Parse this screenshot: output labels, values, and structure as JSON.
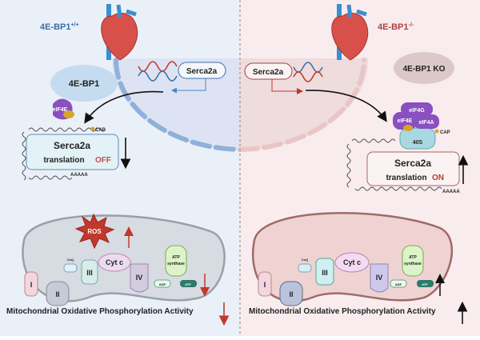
{
  "left": {
    "genotype": "4E-BP1",
    "genotype_sup": "+/+",
    "gene_label": "Serca2a",
    "repressor": "4E-BP1",
    "eif4e": "eIF4E",
    "cap": "CAP",
    "mrna_line1": "Serca2a",
    "mrna_line2": "translation",
    "mrna_state": "OFF",
    "polya": "AAAAA",
    "mito": {
      "complexes": [
        "I",
        "II",
        "III",
        "IV"
      ],
      "coq": "CoQ",
      "cytc": "Cyt c",
      "atp_synthase_1": "ATP",
      "atp_synthase_2": "synthase",
      "adp": "ADP",
      "atp": "ATP",
      "ros": "ROS"
    },
    "caption": "Mitochondrial Oxidative Phosphorylation  Activity",
    "trend": "down"
  },
  "right": {
    "genotype": "4E-BP1",
    "genotype_sup": "-/-",
    "gene_label": "Serca2a",
    "ko": "4E-BP1 KO",
    "eif4g": "eIF4G",
    "eif4e": "eIF4E",
    "eif4a": "eIF4A",
    "ribosome": "40S",
    "cap": "CAP",
    "mrna_line1": "Serca2a",
    "mrna_line2": "translation",
    "mrna_state": "ON",
    "polya": "AAAAA",
    "mito": {
      "complexes": [
        "I",
        "II",
        "III",
        "IV"
      ],
      "coq": "CoQ",
      "cytc": "Cyt c",
      "atp_synthase_1": "ATP",
      "atp_synthase_2": "synthase",
      "adp": "ADP",
      "atp": "ATP"
    },
    "caption": "Mitochondrial Oxidative Phosphorylation  Activity",
    "trend": "up"
  },
  "colors": {
    "left_bg": "#eaf0f8",
    "right_bg": "#f8ecee",
    "off": "#c0504d",
    "on": "#b0402a",
    "purple": "#8a4fc0"
  }
}
